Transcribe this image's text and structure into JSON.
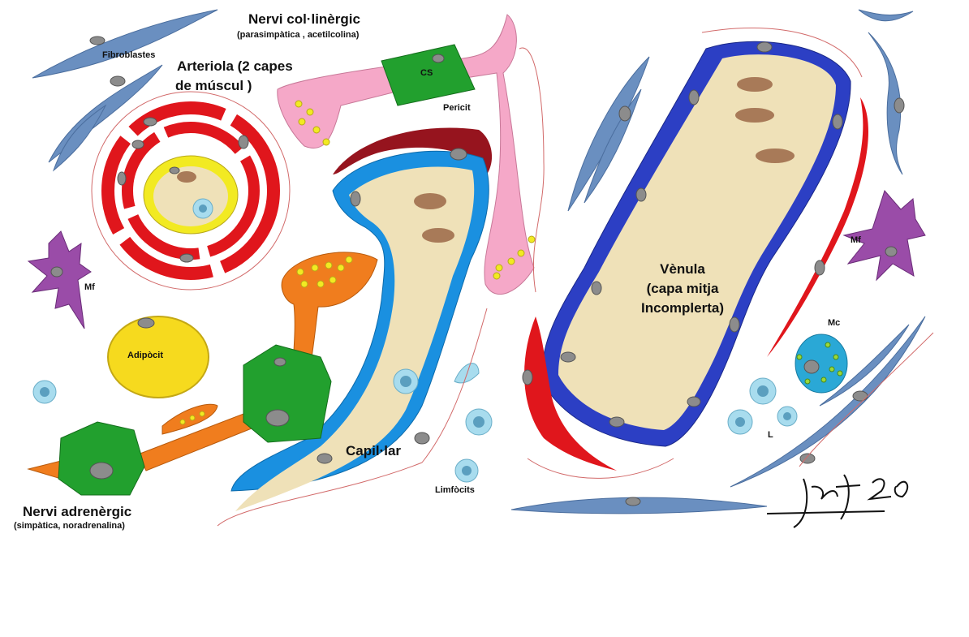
{
  "labels": {
    "cholinergic_nerve": "Nervi col·linèrgic",
    "cholinergic_sub": "(parasimpàtica , acetilcolina)",
    "fibroblasts": "Fibroblastes",
    "arteriole_1": "Arteriola (2 capes",
    "arteriole_2": "de múscul )",
    "cs": "CS",
    "pericyte": "Pericit",
    "venule_1": "Vènula",
    "venule_2": "(capa mitja",
    "venule_3": "Incomplerta)",
    "mf_left": "Mf",
    "mf_right": "Mf",
    "mc": "Mc",
    "adipocyte": "Adipòcit",
    "capillary": "Capil·lar",
    "lymphocytes": "Limfòcits",
    "l": "L",
    "adrenergic_nerve": "Nervi adrenèrgic",
    "adrenergic_sub": "(simpàtica, noradrenalina)"
  },
  "colors": {
    "fibroblast": "#6a8fc0",
    "smooth_muscle": "#e0161c",
    "endothelium_arteriole": "#f2ea22",
    "endothelium_capillary": "#1a90e0",
    "endothelium_venule": "#2c3fc4",
    "lumen": "#efe1b8",
    "red_cell": "#a87a58",
    "pericyte": "#96141e",
    "nerve_cholinergic": "#f5a8c8",
    "nerve_adrenergic": "#f07d1e",
    "schwann_cell": "#22a02e",
    "macrophage": "#9a4ca8",
    "mast_cell": "#2aa8d6",
    "lymphocyte": "#a8dcee",
    "adipocyte": "#f6da1e",
    "nucleus": "#8c8c8c",
    "outline": "#d26a6a"
  },
  "signature": "signature"
}
